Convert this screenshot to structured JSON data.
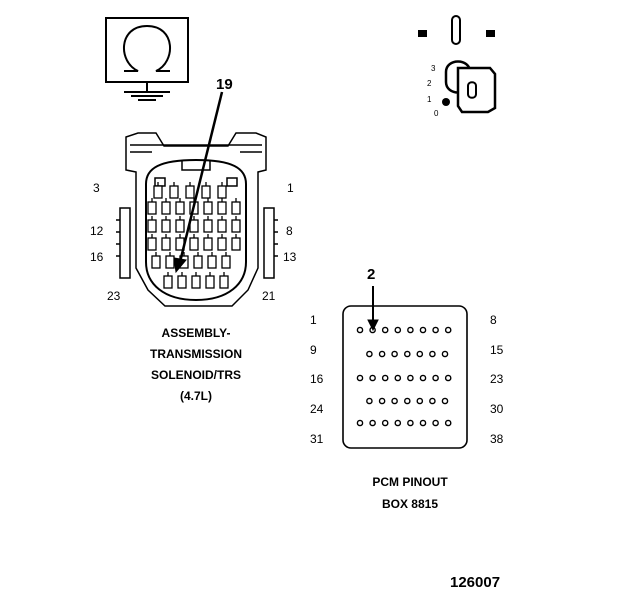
{
  "ground_symbol": {
    "icon": "ohm-ground-icon"
  },
  "ignition_symbol": {
    "icon": "ignition-key-icon",
    "positions": [
      "3",
      "2",
      "1",
      "0"
    ]
  },
  "trs_connector": {
    "callout_pin": "19",
    "pin_labels": {
      "top_left": "3",
      "top_right": "1",
      "mid_left": "12",
      "mid_right": "8",
      "low_left": "16",
      "low_right": "13",
      "bottom_left": "23",
      "bottom_right": "21"
    },
    "caption": [
      "ASSEMBLY-",
      "TRANSMISSION",
      "SOLENOID/TRS",
      "(4.7L)"
    ]
  },
  "pcm_connector": {
    "callout_pin": "2",
    "row_labels_left": [
      "1",
      "9",
      "16",
      "24",
      "31"
    ],
    "row_labels_right": [
      "8",
      "15",
      "23",
      "30",
      "38"
    ],
    "row_pin_counts": [
      8,
      7,
      8,
      7,
      8
    ],
    "caption": [
      "PCM PINOUT",
      "BOX 8815"
    ]
  },
  "figure_id": "126007"
}
